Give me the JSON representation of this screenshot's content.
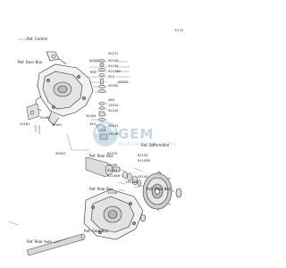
{
  "diagram": {
    "corner_code": "E172",
    "refs": {
      "shift_control": "Ref. Control",
      "gear_box_upper": "Ref. Gear Box",
      "differential": "Ref. Differential",
      "rear_box_mid": "Ref. Rear Box",
      "rear_box_low": "Ref. Rear Box",
      "gear_box_right": "Ref. Gear Box",
      "gear_box_lower": "Ref. Gear Box",
      "rear_axle": "Ref. Rear Axle"
    },
    "parts": {
      "p92151_top": "92151",
      "p92043": "92043",
      "p92150_top": "92150",
      "p92150_mid": "92150",
      "p92145b_top": "92145B",
      "p411": "411",
      "p920": "920",
      "p13101": "13101",
      "p92055": "92055",
      "p92065_left": "92065",
      "p13181": "13181",
      "p460": "460",
      "p13010": "13010",
      "p92145_mid": "92145",
      "p39001": "39001",
      "p92009": "92009",
      "p394": "394",
      "p92151_mid": "92151",
      "p13236": "13236",
      "p49041": "49041",
      "p92015": "92015",
      "p13189": "13189",
      "p92151_low": "92151",
      "p92145a": "92145A",
      "p132186": "132186",
      "p13150": "13150",
      "p92153": "92153",
      "p92145b_low": "92145B",
      "p92145_right": "92145"
    }
  }
}
